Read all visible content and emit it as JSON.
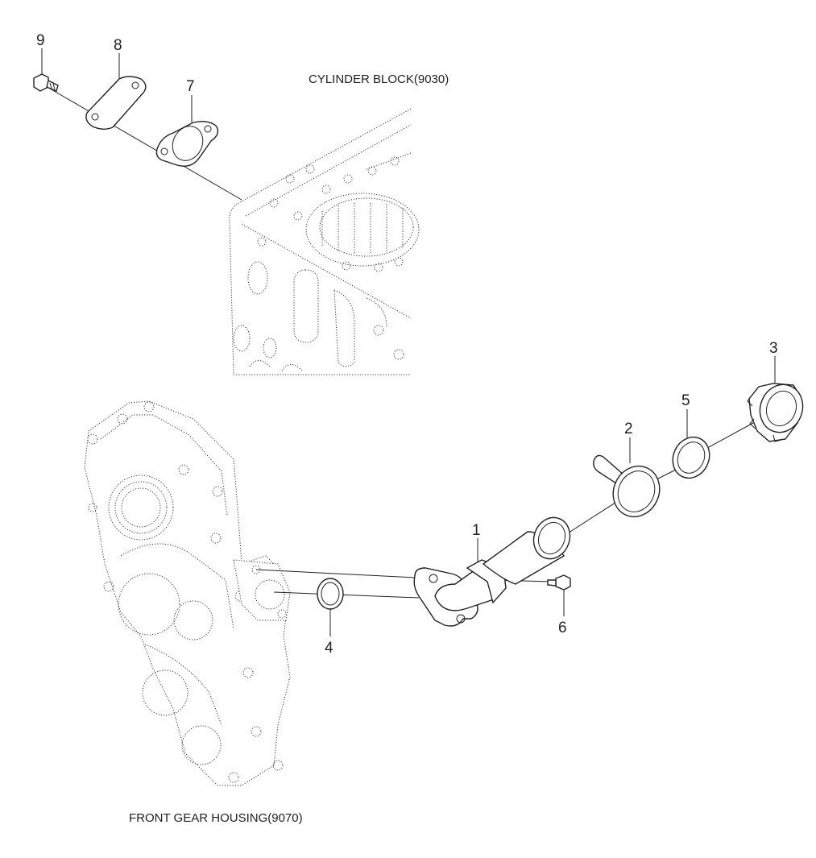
{
  "diagram": {
    "labels": {
      "cylinder_block": "CYLINDER BLOCK(9030)",
      "front_gear_housing": "FRONT GEAR HOUSING(9070)"
    },
    "callouts": {
      "p1": "1",
      "p2": "2",
      "p3": "3",
      "p4": "4",
      "p5": "5",
      "p6": "6",
      "p7": "7",
      "p8": "8",
      "p9": "9"
    }
  }
}
